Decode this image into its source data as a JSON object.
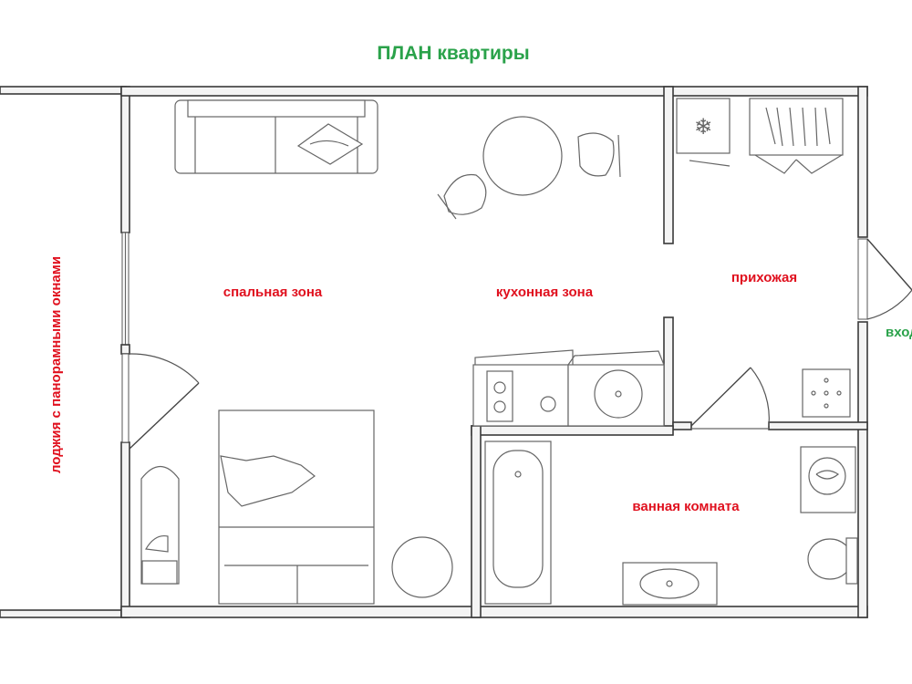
{
  "title": "ПЛАН квартиры",
  "colors": {
    "title": "#2aa24a",
    "room_label": "#e0101e",
    "entrance_label": "#2aa24a",
    "wall": "#3a3a3a",
    "furniture": "#666666"
  },
  "rooms": {
    "loggia": "лоджия с панорамными окнами",
    "sleeping_zone": "спальная зона",
    "kitchen_zone": "кухонная зона",
    "hallway": "прихожая",
    "bathroom": "ванная комната"
  },
  "entrance": "вход",
  "furniture_icons": [
    "sofa-icon",
    "pillow-icon",
    "round-table-icon",
    "chair-icon",
    "fridge-icon",
    "wardrobe-icon",
    "stove-icon",
    "kitchen-sink-icon",
    "bed-icon",
    "round-rug-icon",
    "ironing-board-icon",
    "bathtub-icon",
    "washbasin-icon",
    "washing-machine-icon",
    "toilet-icon",
    "shoe-cabinet-icon"
  ]
}
